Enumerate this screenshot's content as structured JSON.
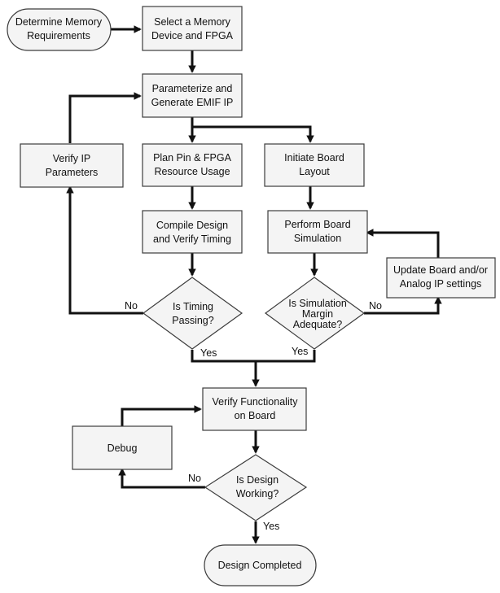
{
  "nodes": {
    "determine": [
      "Determine Memory",
      "Requirements"
    ],
    "select": [
      "Select a Memory",
      "Device and FPGA"
    ],
    "param": [
      "Parameterize and",
      "Generate EMIF IP"
    ],
    "verify_ip": [
      "Verify IP",
      "Parameters"
    ],
    "plan": [
      "Plan Pin & FPGA",
      "Resource Usage"
    ],
    "initiate": [
      "Initiate Board",
      "Layout"
    ],
    "compile": [
      "Compile Design",
      "and Verify Timing"
    ],
    "perform": [
      "Perform Board",
      "Simulation"
    ],
    "update": [
      "Update Board and/or",
      "Analog IP settings"
    ],
    "timing": [
      "Is Timing",
      "Passing?"
    ],
    "sim_margin": [
      "Is Simulation",
      "Margin",
      "Adequate?"
    ],
    "verify_func": [
      "Verify Functionality",
      "on Board"
    ],
    "debug": [
      "Debug"
    ],
    "working": [
      "Is Design",
      "Working?"
    ],
    "completed": [
      "Design Completed"
    ]
  },
  "edge_labels": {
    "timing_no": "No",
    "timing_yes": "Yes",
    "sim_no": "No",
    "sim_yes": "Yes",
    "working_no": "No",
    "working_yes": "Yes"
  },
  "colors": {
    "node_fill": "#f4f4f4",
    "node_stroke": "#3c3c3c",
    "edge": "#111111",
    "text": "#111111"
  }
}
